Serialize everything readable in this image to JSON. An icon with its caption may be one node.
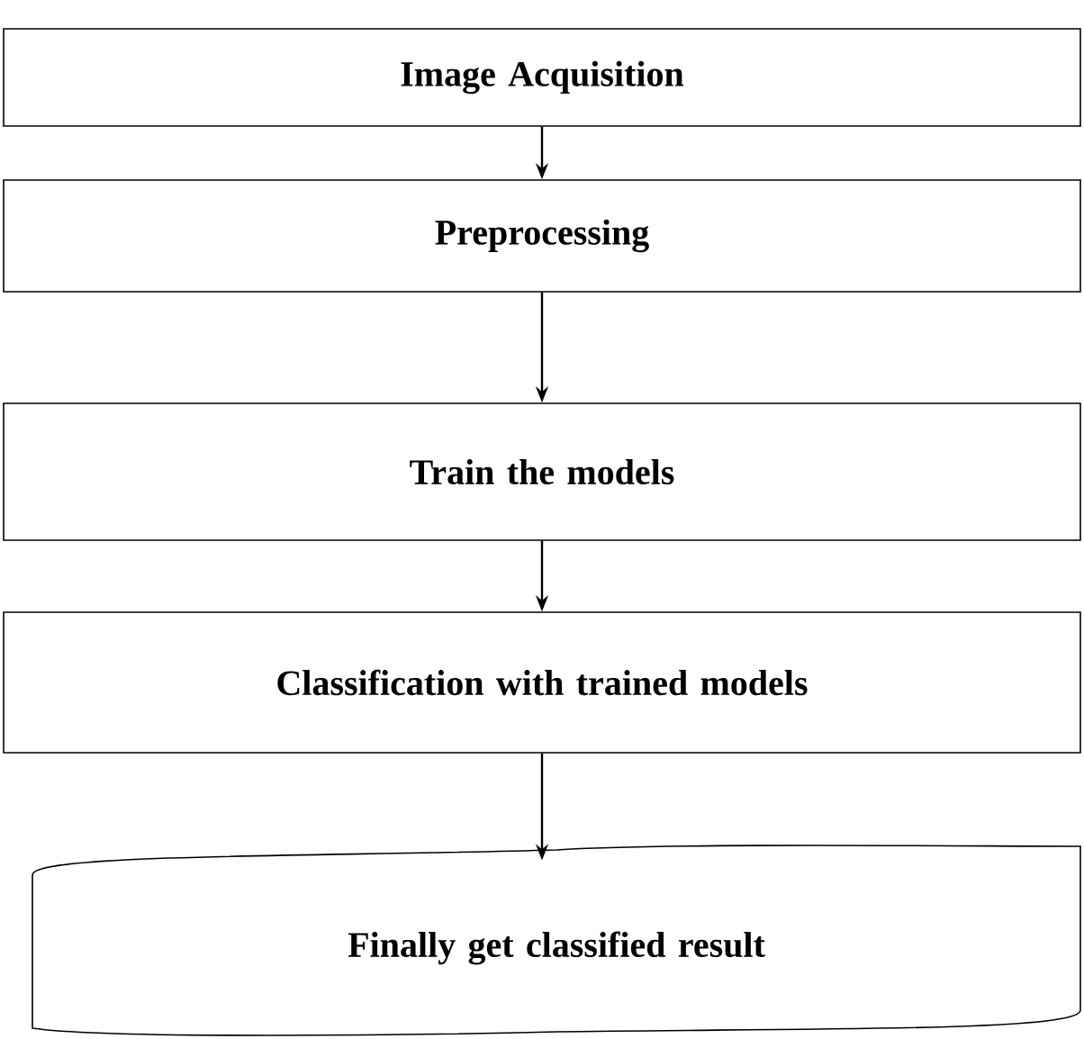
{
  "diagram": {
    "nodes": [
      {
        "text": [
          "Image Acquisition"
        ]
      },
      {
        "text": [
          "Preprocessing"
        ]
      },
      {
        "text": [
          "Train the models"
        ]
      },
      {
        "text": [
          "Classification with trained models"
        ]
      },
      {
        "text": [
          "Finally get classified result"
        ]
      }
    ],
    "edges": [
      {
        "from": 0,
        "to": 1,
        "arrow": "to"
      },
      {
        "from": 1,
        "to": 2,
        "arrow": "to"
      },
      {
        "from": 2,
        "to": 3,
        "arrow": "to"
      },
      {
        "from": 3,
        "to": 4,
        "arrow": "to"
      }
    ]
  }
}
